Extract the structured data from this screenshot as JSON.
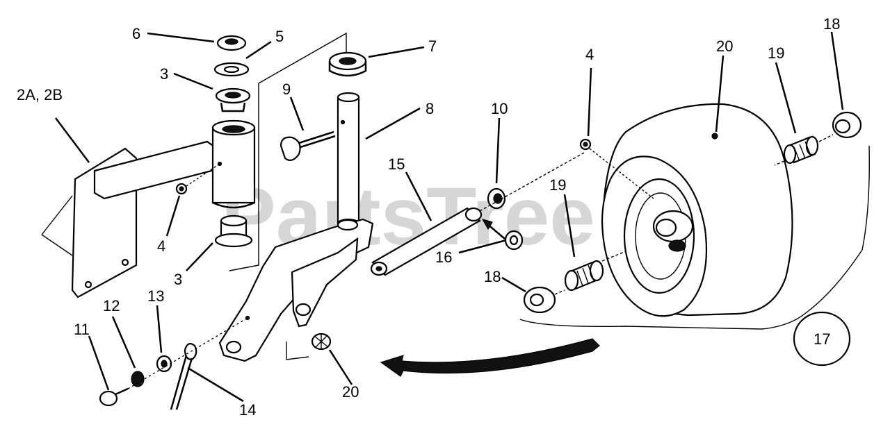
{
  "watermark": "PartsTree",
  "callouts": [
    {
      "id": "lbl-6",
      "text": "6"
    },
    {
      "id": "lbl-5",
      "text": "5"
    },
    {
      "id": "lbl-3a",
      "text": "3"
    },
    {
      "id": "lbl-2a2b",
      "text": "2A, 2B"
    },
    {
      "id": "lbl-4a",
      "text": "4"
    },
    {
      "id": "lbl-3b",
      "text": "3"
    },
    {
      "id": "lbl-7",
      "text": "7"
    },
    {
      "id": "lbl-9",
      "text": "9"
    },
    {
      "id": "lbl-8",
      "text": "8"
    },
    {
      "id": "lbl-10",
      "text": "10"
    },
    {
      "id": "lbl-15",
      "text": "15"
    },
    {
      "id": "lbl-16",
      "text": "16"
    },
    {
      "id": "lbl-4b",
      "text": "4"
    },
    {
      "id": "lbl-20a",
      "text": "20"
    },
    {
      "id": "lbl-19a",
      "text": "19"
    },
    {
      "id": "lbl-18a",
      "text": "18"
    },
    {
      "id": "lbl-19b",
      "text": "19"
    },
    {
      "id": "lbl-18b",
      "text": "18"
    },
    {
      "id": "lbl-17",
      "text": "17"
    },
    {
      "id": "lbl-11",
      "text": "11"
    },
    {
      "id": "lbl-12",
      "text": "12"
    },
    {
      "id": "lbl-13",
      "text": "13"
    },
    {
      "id": "lbl-14",
      "text": "14"
    },
    {
      "id": "lbl-20b",
      "text": "20"
    }
  ]
}
